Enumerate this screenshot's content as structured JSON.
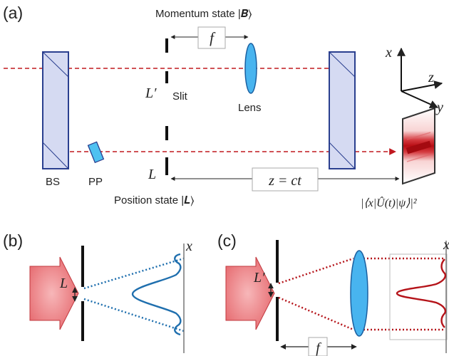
{
  "panels": {
    "a": "(a)",
    "b": "(b)",
    "c": "(c)"
  },
  "panel_a": {
    "momentum_label": "Momentum state |𝑩⟩",
    "f_label": "f",
    "slit_L_prime": "L′",
    "slit_text": "Slit",
    "lens_text": "Lens",
    "slit_L": "L",
    "bs_text": "BS",
    "pp_text": "PP",
    "position_label": "Position state |𝑳⟩",
    "z_eq": "z = ct",
    "prob_label": "|⟨x|Û(t)|ψ⟩|²",
    "axis_x": "x",
    "axis_z": "z",
    "axis_y": "y"
  },
  "panel_b": {
    "L_label": "L",
    "x_label": "x"
  },
  "panel_c": {
    "L_prime_label": "L′",
    "f_label": "f",
    "x_label": "x"
  },
  "colors": {
    "beam": "#c0181f",
    "optic_fill": "#d5daf2",
    "optic_stroke": "#2a3f8f",
    "lens_fill": "#48b4ef",
    "lens_stroke": "#1a5fa0",
    "wave_b": "#1f6fae",
    "wave_c": "#b5141a",
    "arrow_pink": "#f0a2a4"
  }
}
